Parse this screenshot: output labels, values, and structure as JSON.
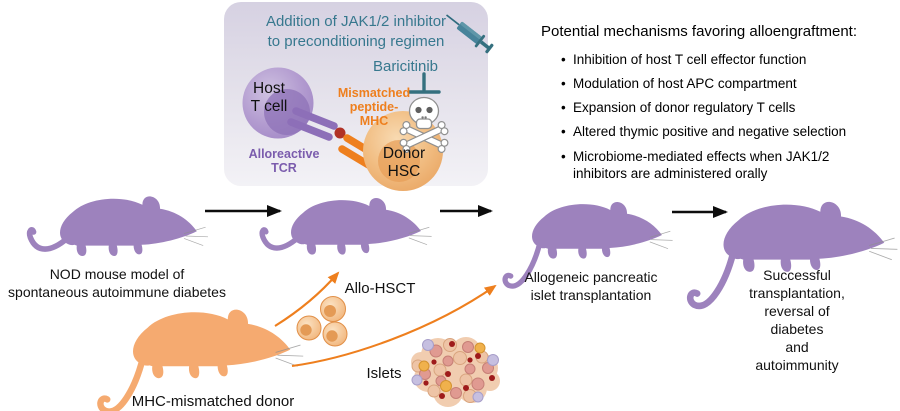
{
  "inhibitor_panel": {
    "title": "Addition of JAK1/2 inhibitor\nto preconditioning regimen",
    "host_cell": "Host\nT cell",
    "tcr": "Alloreactive\nTCR",
    "mhc": "Mismatched\npeptide-\nMHC",
    "drug": "Baricitinib",
    "donor_cell": "Donor\nHSC"
  },
  "mechanisms": {
    "title": "Potential mechanisms favoring alloengraftment:",
    "items": [
      "Inhibition of host T cell effector function",
      "Modulation of host APC compartment",
      "Expansion of donor regulatory T cells",
      "Altered thymic positive and negative selection",
      "Microbiome-mediated effects when JAK1/2 inhibitors are administered orally"
    ]
  },
  "timeline": {
    "mouse1": "NOD mouse model of\nspontaneous autoimmune diabetes",
    "allo_hsct": "Allo-HSCT",
    "islet_tx": "Allogeneic pancreatic\nislet transplantation",
    "outcome": "Successful transplantation,\nreversal of diabetes\nand autoimmunity",
    "donor": "MHC-mismatched donor",
    "islets": "Islets"
  },
  "icons": {
    "syringe": "syringe-icon",
    "skull": "skull-crossbones-icon",
    "inhibition": "tee-bar-icon"
  },
  "colors": {
    "recipient_mouse": "#9d82bd",
    "donor_mouse": "#f5aa70",
    "teal_accent": "#37788e",
    "teal_dark": "#35707f",
    "orange_accent": "#ee7f1e",
    "purple_accent": "#7b5cad",
    "panel_bg_top": "#d6d1e2"
  }
}
